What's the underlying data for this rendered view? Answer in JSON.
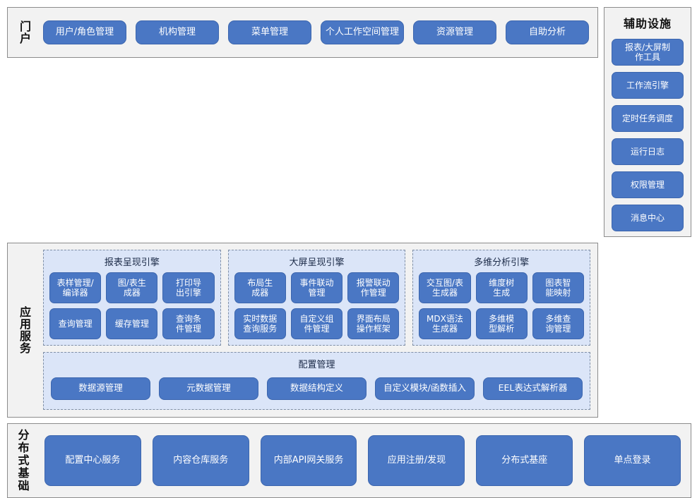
{
  "portal": {
    "band_label": "门户",
    "items": [
      "用户/角色管理",
      "机构管理",
      "菜单管理",
      "个人工作空间管理",
      "资源管理",
      "自助分析"
    ]
  },
  "aux": {
    "title": "辅助设施",
    "items": [
      "报表/大屏制\n作工具",
      "工作流引擎",
      "定时任务调度",
      "运行日志",
      "权限管理",
      "消息中心"
    ]
  },
  "app_services": {
    "band_label": "应用服务",
    "engines": [
      {
        "title": "报表呈现引擎",
        "items": [
          "表样管理/\n编译器",
          "图/表生\n成器",
          "打印导\n出引擎",
          "查询管理",
          "缓存管理",
          "查询条\n件管理"
        ]
      },
      {
        "title": "大屏呈现引擎",
        "items": [
          "布局生\n成器",
          "事件联动\n管理",
          "报警联动\n作管理",
          "实时数据\n查询服务",
          "自定义组\n件管理",
          "界面布局\n操作框架"
        ]
      },
      {
        "title": "多维分析引擎",
        "items": [
          "交互图/表\n生成器",
          "维度树\n生成",
          "图表智\n能映射",
          "MDX语法\n生成器",
          "多维模\n型解析",
          "多维查\n询管理"
        ]
      }
    ],
    "config": {
      "title": "配置管理",
      "items": [
        "数据源管理",
        "元数据管理",
        "数据结构定义",
        "自定义模块/函数插入",
        "EEL表达式解析器"
      ]
    }
  },
  "base": {
    "band_label": "分布式基础",
    "items": [
      "配置中心服务",
      "内容仓库服务",
      "内部API网关服务",
      "应用注册/发现",
      "分布式基座",
      "单点登录"
    ]
  },
  "colors": {
    "node_fill": "#4a77c4",
    "node_border": "#3c66ae",
    "panel_fill": "#dbe5f8",
    "panel_border": "#7f8fa6",
    "frame_fill": "#f2f2f2",
    "frame_border": "#8c8c8c",
    "text_light": "#ffffff",
    "text_dark": "#111111"
  }
}
